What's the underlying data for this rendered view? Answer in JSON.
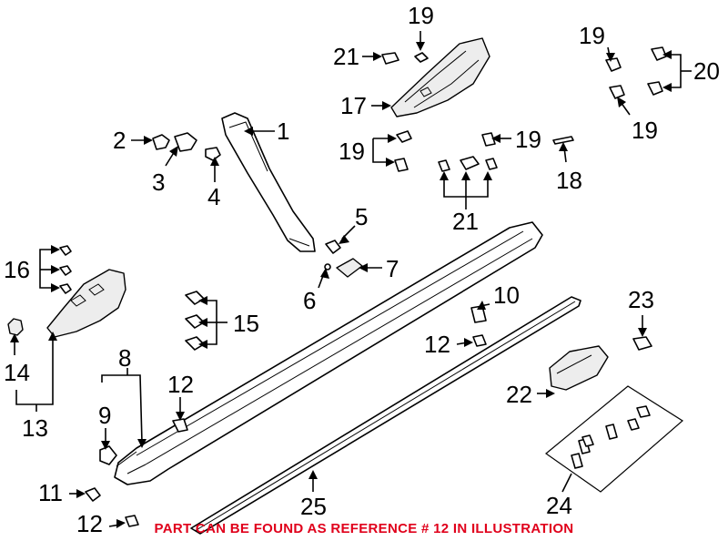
{
  "callouts": {
    "c1": "1",
    "c2": "2",
    "c3": "3",
    "c4": "4",
    "c5": "5",
    "c6": "6",
    "c7": "7",
    "c8": "8",
    "c9": "9",
    "c10": "10",
    "c11": "11",
    "c12a": "12",
    "c12b": "12",
    "c12c": "12",
    "c13": "13",
    "c14": "14",
    "c15": "15",
    "c16": "16",
    "c17": "17",
    "c18": "18",
    "c19a": "19",
    "c19b": "19",
    "c19c": "19",
    "c19d": "19",
    "c19e": "19",
    "c20": "20",
    "c21a": "21",
    "c21b": "21",
    "c22": "22",
    "c23": "23",
    "c24": "24",
    "c25": "25"
  },
  "banner": {
    "text": "PART CAN BE FOUND AS REFERENCE # 12 IN ILLUSTRATION",
    "color": "#e0001b"
  }
}
